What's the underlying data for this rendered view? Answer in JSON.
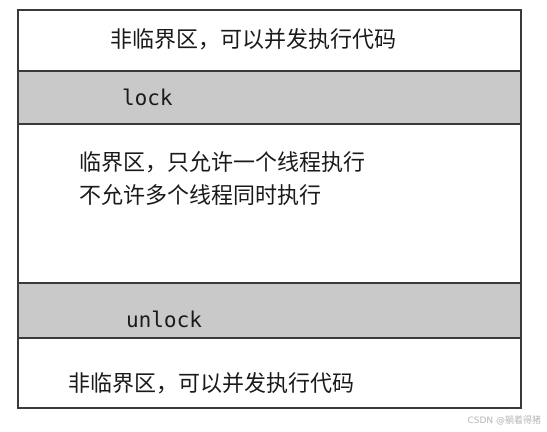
{
  "diagram": {
    "top_section": {
      "text": "非临界区，可以并发执行代码"
    },
    "lock_band": {
      "label": "lock"
    },
    "critical_section": {
      "lines": [
        "临界区，只允许一个线程执行",
        "不允许多个线程同时执行"
      ]
    },
    "unlock_band": {
      "label": "unlock"
    },
    "bottom_section": {
      "text": "非临界区，可以并发执行代码"
    }
  },
  "watermark": "CSDN @躺着得猪",
  "colors": {
    "band_fill": "#c9c9c9",
    "border": "#3a3a3a",
    "text": "#1a1a1a",
    "background": "#ffffff"
  }
}
